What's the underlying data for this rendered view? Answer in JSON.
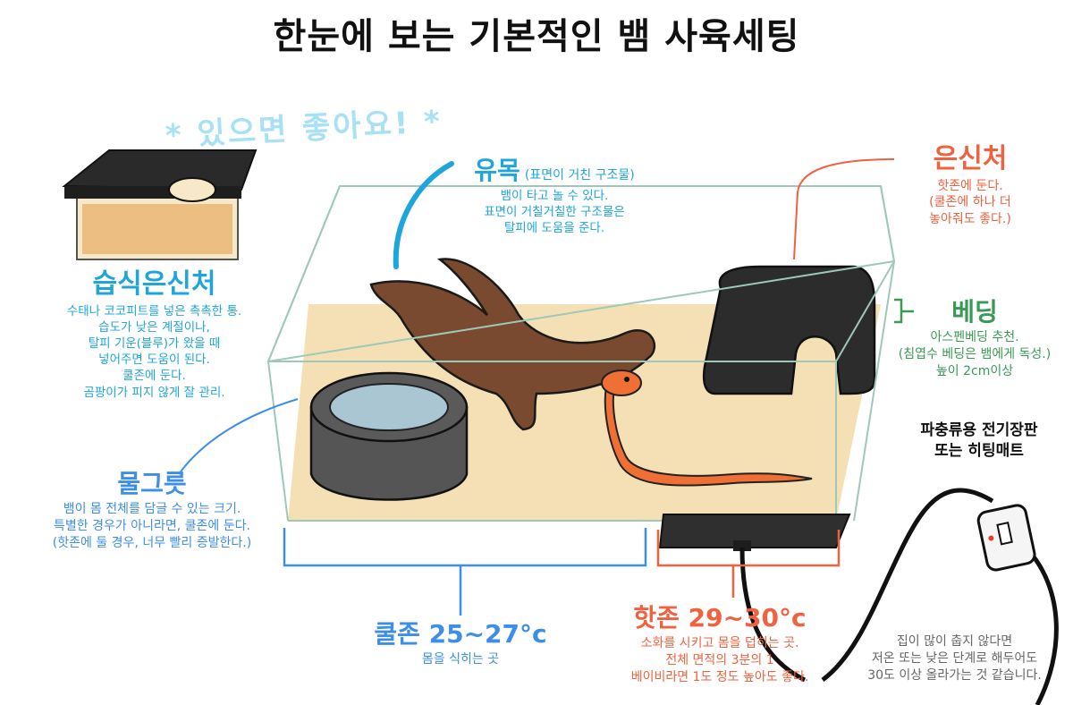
{
  "title": "한눈에 보는 기본적인 뱀 사육세팅",
  "note_optional": "* 있으면 좋아요! *",
  "wet_hide": {
    "heading": "습식은신처",
    "lines": [
      "수태나 코코피트를 넣은 촉촉한 통.",
      "습도가 낮은 계절이나,",
      "탈피 기운(블루)가 왔을 때",
      "넣어주면 도움이 된다.",
      "쿨존에 둔다.",
      "곰팡이가 피지 않게 잘 관리."
    ]
  },
  "driftwood": {
    "heading": "유목",
    "sub": "(표면이 거친 구조물)",
    "lines": [
      "뱀이 타고 놀 수 있다.",
      "표면이 거칠거칠한 구조물은",
      "탈피에 도움을 준다."
    ]
  },
  "hide": {
    "heading": "은신처",
    "lines": [
      "핫존에 둔다.",
      "(쿨존에 하나 더",
      "놓아줘도 좋다.)"
    ]
  },
  "bedding": {
    "heading": "베딩",
    "lines": [
      "아스펜베딩 추천.",
      "(침엽수 베딩은 뱀에게 독성.)",
      "높이 2cm이상"
    ]
  },
  "water_bowl": {
    "heading": "물그릇",
    "lines": [
      "뱀이 몸 전체를 담글 수 있는 크기.",
      "특별한 경우가 아니라면, 쿨존에 둔다.",
      "(핫존에 둘 경우, 너무 빨리 증발한다.)"
    ]
  },
  "heat_mat": {
    "lines": [
      "파충류용 전기장판",
      "또는 히팅매트"
    ]
  },
  "cool_zone": {
    "heading": "쿨존 25~27°c",
    "sub": "몸을 식히는 곳"
  },
  "hot_zone": {
    "heading": "핫존 29~30°c",
    "lines": [
      "소화를 시키고 몸을 덥히는 곳.",
      "전체 면적의 3분의 1",
      "베이비라면 1도 정도 높아도 좋다."
    ]
  },
  "house_note": {
    "lines": [
      "집이 많이 춥지 않다면",
      "저온 또는 낮은 단계로 해두어도",
      "30도 이상 올라가는 것 같습니다."
    ]
  },
  "colors": {
    "blue": "#1ea6dc",
    "light_blue": "#3d8ee6",
    "red": "#f0623f",
    "green": "#3a9a55",
    "sand": "#f4e0b4",
    "wood": "#7a4a30",
    "dark": "#2c2c2c"
  }
}
